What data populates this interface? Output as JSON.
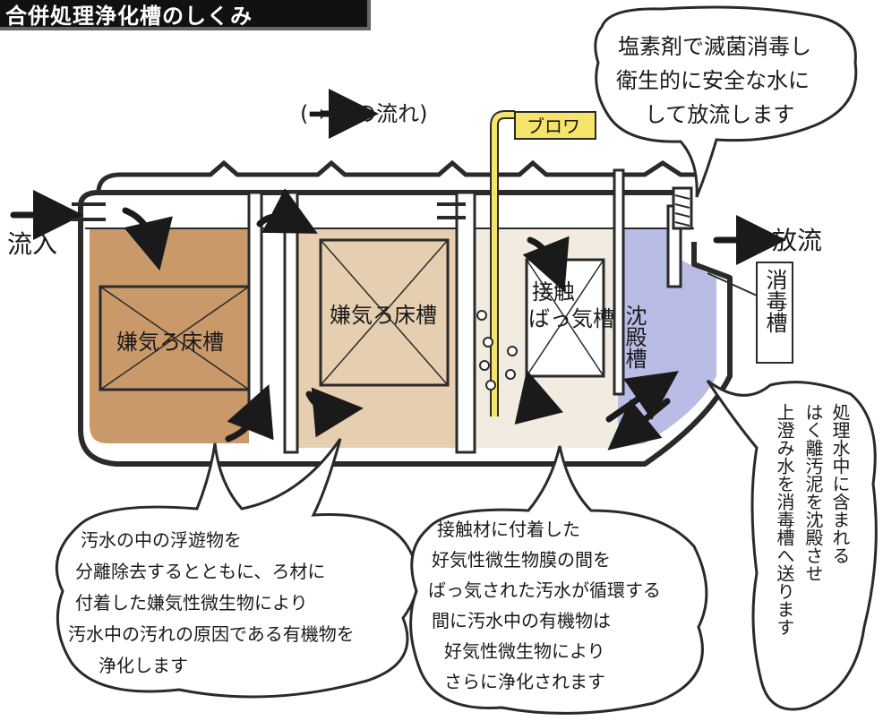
{
  "title": "合併処理浄化槽のしくみ",
  "legend": "(➡ 水の流れ)",
  "inflow": "流入",
  "outflow": "放流",
  "blower": "ブロワ",
  "tanks": {
    "anaerobic1": "嫌気ろ床槽",
    "anaerobic2": "嫌気ろ床槽",
    "contact_line1": "接触",
    "contact_line2": "ばっ気槽",
    "settling": "沈殿槽",
    "disinfection": "消毒槽"
  },
  "bubbles": {
    "chlorine": [
      "塩素剤で滅菌消毒し",
      "衛生的に安全な水に",
      "して放流します"
    ],
    "anaerobic": [
      "汚水の中の浮遊物を",
      "分離除去するとともに、ろ材に",
      "付着した嫌気性微生物により",
      "汚水中の汚れの原因である有機物を",
      "浄化します"
    ],
    "contact": [
      "接触材に付着した",
      "好気性微生物膜の間を",
      "ばっ気された汚水が循環する",
      "間に汚水中の有機物は",
      "好気性微生物により",
      "さらに浄化されます"
    ],
    "settling": [
      "処理水中に含まれる",
      "はく離汚泥を沈殿させ",
      "上澄み水を消毒槽へ送ります"
    ]
  },
  "colors": {
    "tank1": "#c9996a",
    "tank2": "#e6cfb0",
    "tank3": "#f2ece0",
    "settling": "#b9bde6",
    "blower": "#f5e36a",
    "outline": "#2a2a2a"
  }
}
